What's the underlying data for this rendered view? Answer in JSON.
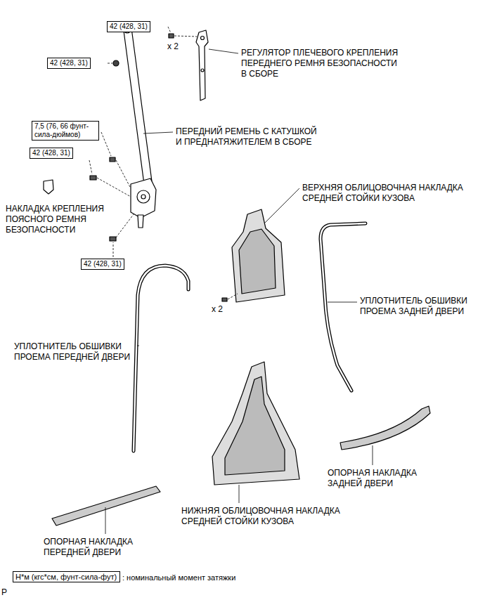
{
  "diagram": {
    "nodes": [
      {
        "text": [
          "42 (428, 31)"
        ]
      },
      {
        "text": [
          "42 (428, 31)"
        ]
      },
      {
        "text": [
          "7,5 (76, 66 фунт-сила-дюймов)"
        ]
      },
      {
        "text": [
          "42 (428, 31)"
        ]
      },
      {
        "text": [
          "42 (428, 31)"
        ]
      },
      {
        "text": [
          "Н*м (кгс*см, фунт-сила-фут)"
        ]
      }
    ],
    "labels": [
      "РЕГУЛЯТОР ПЛЕЧЕВОГО КРЕПЛЕНИЯ ПЕРЕДНЕГО РЕМНЯ БЕЗОПАСНОСТИ В СБОРЕ",
      "x 2",
      "ПЕРЕДНИЙ РЕМЕНЬ С КАТУШКОЙ И ПРЕДНАТЯЖИТЕЛЕМ В СБОРЕ",
      "НАКЛАДКА КРЕПЛЕНИЯ ПОЯСНОГО РЕМНЯ БЕЗОПАСНОСТИ",
      "ВЕРХНЯЯ ОБЛИЦОВОЧНАЯ НАКЛАДКА СРЕДНЕЙ СТОЙКИ КУЗОВА",
      "x 2",
      "УПЛОТНИТЕЛЬ ОБШИВКИ ПРОЕМА ЗАДНЕЙ ДВЕРИ",
      "УПЛОТНИТЕЛЬ ОБШИВКИ ПРОЕМА ПЕРЕДНЕЙ ДВЕРИ",
      "ОПОРНАЯ НАКЛАДКА ЗАДНЕЙ ДВЕРИ",
      "НИЖНЯЯ ОБЛИЦОВОЧНАЯ НАКЛАДКА СРЕДНЕЙ СТОЙКИ КУЗОВА",
      "ОПОРНАЯ НАКЛАДКА ПЕРЕДНЕЙ ДВЕРИ",
      ": номинальный момент затяжки",
      "P"
    ]
  }
}
